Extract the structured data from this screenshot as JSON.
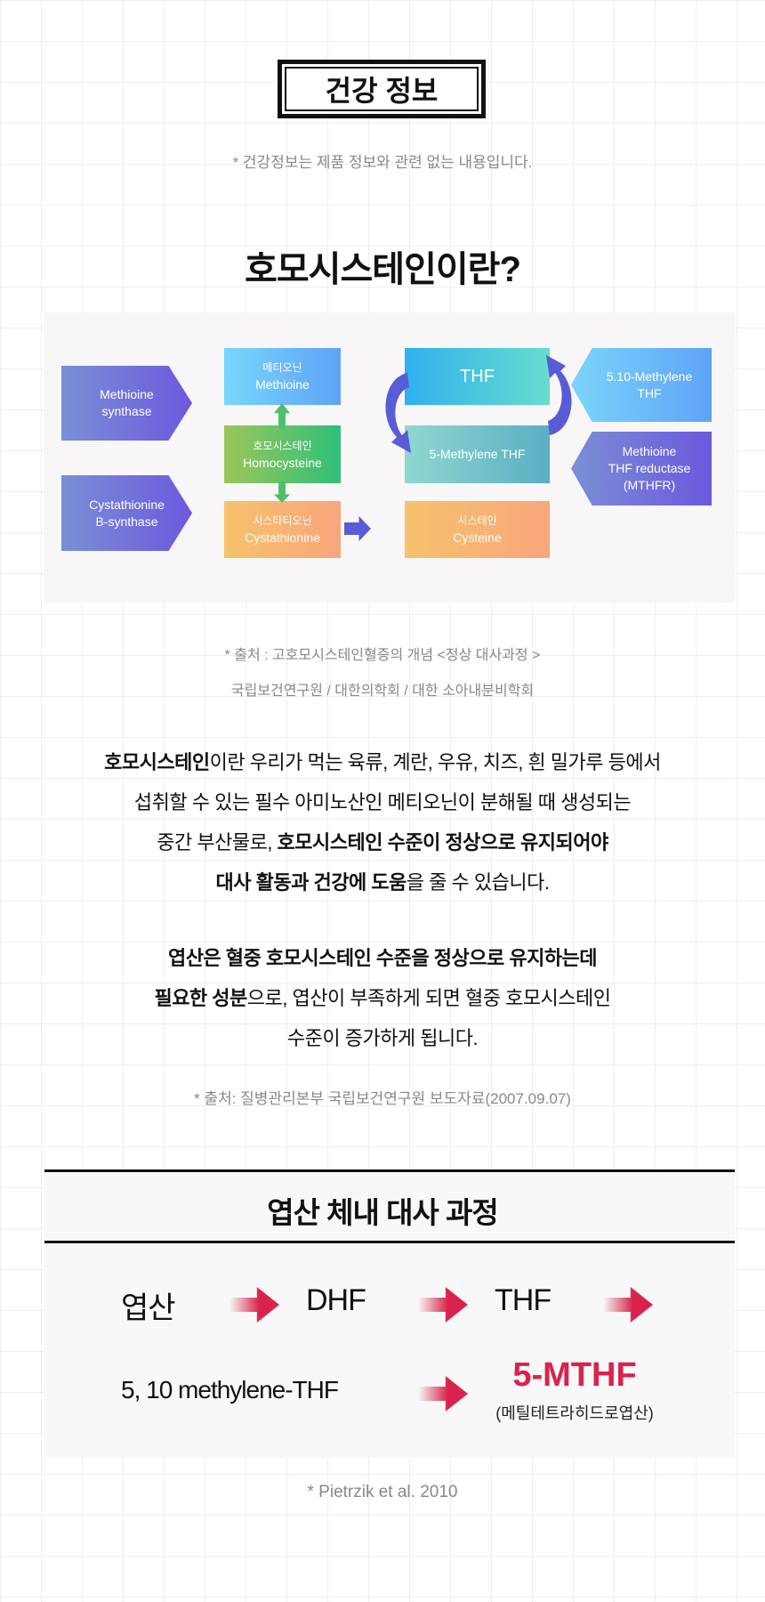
{
  "header": {
    "title": "건강 정보",
    "note": "* 건강정보는 제품 정보와 관련 없는 내용입니다."
  },
  "section1": {
    "heading": "호모시스테인이란?",
    "diagram": {
      "enzyme1": [
        "Methioine",
        "synthase"
      ],
      "enzyme2": [
        "Cystathionine",
        "B-synthase"
      ],
      "methionine": [
        "메티오닌",
        "Methioine"
      ],
      "homocysteine": [
        "호모시스테인",
        "Homocysteine"
      ],
      "cystathionine": [
        "시스타티오닌",
        "Cystathionine"
      ],
      "thf": "THF",
      "methylene_thf": "5-Methylene THF",
      "cysteine": [
        "시스테인",
        "Cysteine"
      ],
      "methylene510": [
        "5.10-Methylene",
        "THF"
      ],
      "mthfr": [
        "Methioine",
        "THF reductase",
        "(MTHFR)"
      ]
    },
    "source": [
      "* 출처 : 고호모시스테인혈증의 개념 <정상 대사과정 >",
      "국립보건연구원 / 대한의학회 / 대한 소아내분비학회"
    ],
    "p1": {
      "b1": "호모시스테인",
      "t1": "이란 우리가 먹는 육류, 계란, 우유, 치즈, 흰 밀가루 등에서",
      "t2": "섭취할 수 있는 필수 아미노산인 메티오닌이 분해될 때 생성되는",
      "t3": "중간 부산물로, ",
      "b2": "호모시스테인 수준이 정상으로 유지되어야",
      "b3": "대사 활동과 건강에 도움",
      "t4": "을 줄 수 있습니다."
    },
    "p2": {
      "b1": "엽산은 혈중 호모시스테인 수준을 정상으로 유지하는데",
      "b2": "필요한 성분",
      "t1": "으로, 엽산이 부족하게 되면 혈중 호모시스테인",
      "t2": "수준이 증가하게 됩니다."
    },
    "source2": "* 출처: 질병관리본부 국립보건연구원 보도자료(2007.09.07)"
  },
  "section2": {
    "heading": "엽산 체내 대사 과정",
    "row1": [
      "엽산",
      "DHF",
      "THF"
    ],
    "row2_left": "5, 10 methylene-THF",
    "result": "5-MTHF",
    "result_sub": "(메틸테트라히드로엽산)",
    "source": "* Pietrzik et al. 2010",
    "accent": "#d9234d"
  }
}
